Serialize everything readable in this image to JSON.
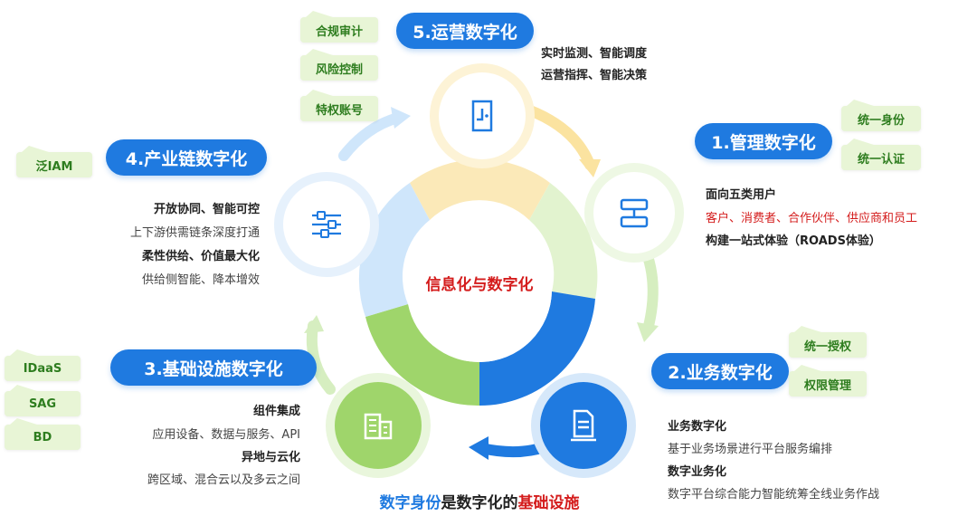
{
  "center_label": "信息化与数字化",
  "footer": {
    "part1": "数字身份",
    "part2": "是数字化的",
    "part3": "基础设施"
  },
  "colors": {
    "primary_blue": "#1f7ae0",
    "green_tag_bg": "#e8f5d6",
    "green_tag_text": "#2e7d1f",
    "highlight_red": "#d41c1c"
  },
  "nodes": {
    "n1": {
      "title": "1.管理数字化",
      "tags": [
        "统一身份",
        "统一认证"
      ],
      "lines": [
        "面向五类用户",
        "客户、消费者、合作伙伴、供应商和员工",
        "构建一站式体验（ROADS体验）"
      ],
      "icon": "flowchart-icon"
    },
    "n2": {
      "title": "2.业务数字化",
      "tags": [
        "统一授权",
        "权限管理"
      ],
      "lines": [
        "业务数字化",
        "基于业务场景进行平台服务编排",
        "数字业务化",
        "数字平台综合能力智能统筹全线业务作战"
      ],
      "icon": "document-icon"
    },
    "n3": {
      "title": "3.基础设施数字化",
      "tags": [
        "IDaaS",
        "SAG",
        "BD"
      ],
      "lines": [
        "组件集成",
        "应用设备、数据与服务、API",
        "异地与云化",
        "跨区域、混合云以及多云之间"
      ],
      "icon": "buildings-icon"
    },
    "n4": {
      "title": "4.产业链数字化",
      "tags": [
        "泛IAM"
      ],
      "lines": [
        "开放协同、智能可控",
        "上下游供需链条深度打通",
        "柔性供给、价值最大化",
        "供给侧智能、降本增效"
      ],
      "icon": "sliders-icon"
    },
    "n5": {
      "title": "5.运营数字化",
      "tags": [
        "合规审计",
        "风险控制",
        "特权账号"
      ],
      "lines": [
        "实时监测、智能调度",
        "运营指挥、智能决策"
      ],
      "icon": "door-icon"
    }
  }
}
